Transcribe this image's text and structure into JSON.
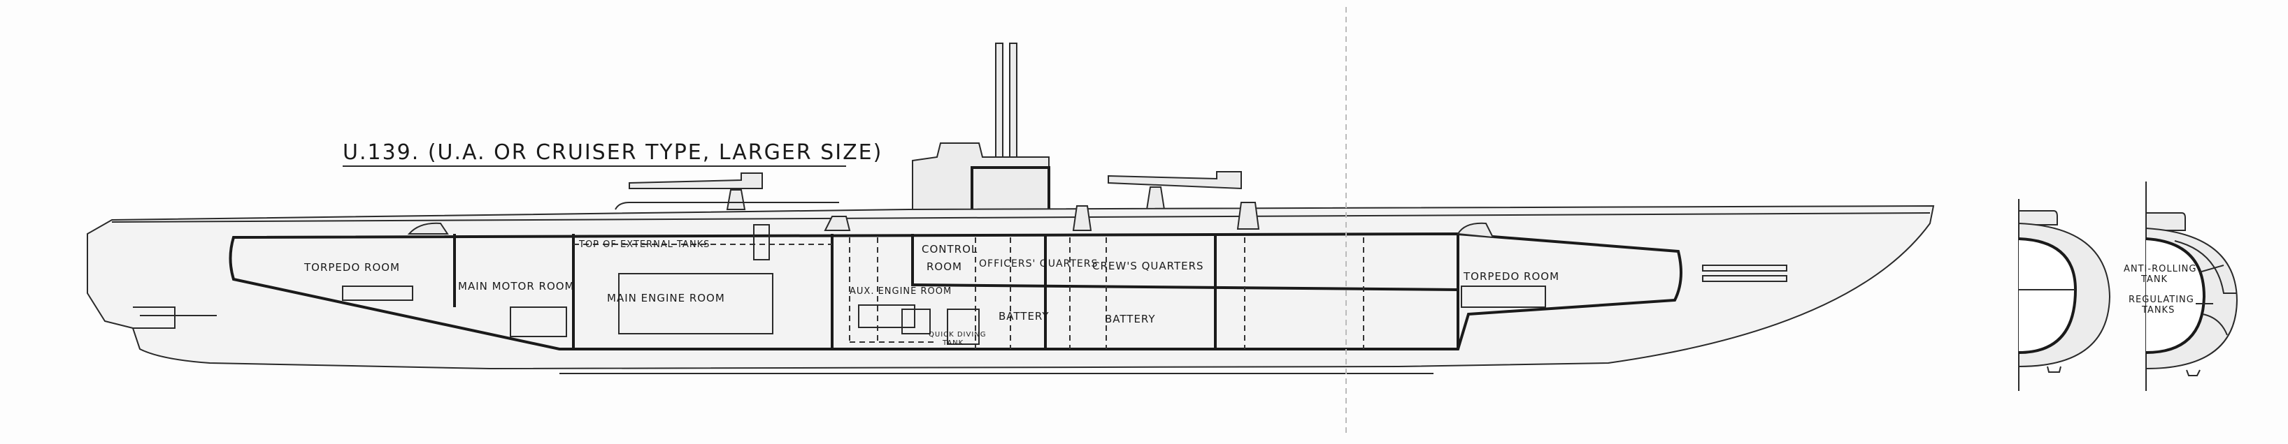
{
  "title": "U.139. (U.A. OR CRUISER TYPE, LARGER SIZE)",
  "compartments": {
    "torpedo_room_aft": "TORPEDO ROOM",
    "main_motor_room": "MAIN MOTOR ROOM",
    "top_of_external_tanks": "TOP OF EXTERNAL TANKS",
    "main_engine_room": "MAIN ENGINE ROOM",
    "aux_engine_room": "AUX. ENGINE ROOM",
    "control_room_1": "CONTROL",
    "control_room_2": "ROOM",
    "quick_diving_tank_1": "QUICK DIVING",
    "quick_diving_tank_2": "TANK",
    "officers_quarters": "OFFICERS' QUARTERS",
    "crews_quarters": "CREW'S QUARTERS",
    "battery_1": "BATTERY",
    "battery_2": "BATTERY",
    "torpedo_room_fwd": "TORPEDO ROOM"
  },
  "cross_section": {
    "anti_rolling_1": "ANTI-ROLLING",
    "anti_rolling_2": "TANK",
    "regulating_1": "REGULATING",
    "regulating_2": "TANKS"
  }
}
